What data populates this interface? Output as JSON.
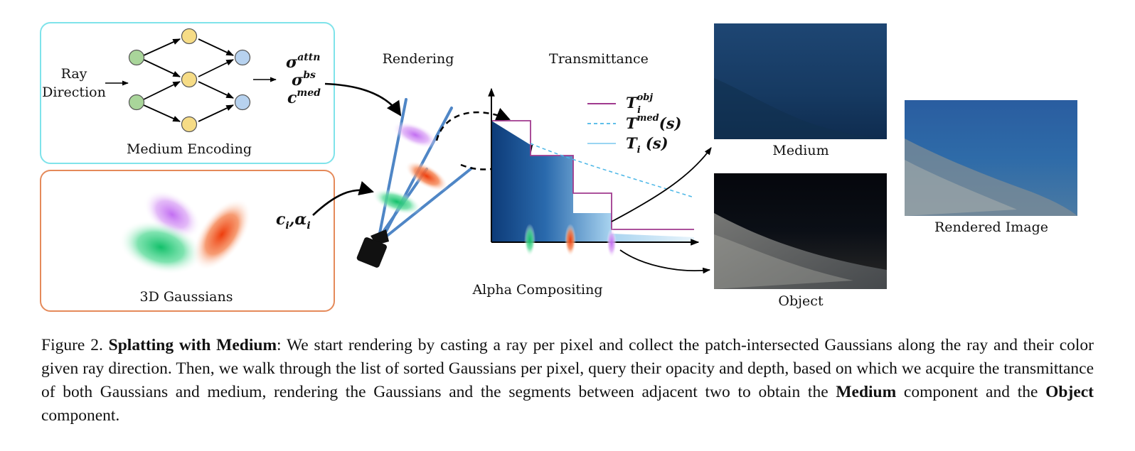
{
  "encoder": {
    "input_label_line1": "Ray",
    "input_label_line2": "Direction",
    "output_sigma_attn": "σ",
    "output_sigma_attn_sup": "attn",
    "output_sigma_bs": "σ",
    "output_sigma_bs_sup": "bs",
    "output_c_med": "c",
    "output_c_med_sup": "med",
    "box_label": "Medium Encoding",
    "box_color": "#7fe3ea",
    "node_colors": {
      "input": "#a9d59a",
      "hidden": "#f6dc86",
      "output": "#b7d2ef"
    }
  },
  "gaussians": {
    "box_label": "3D Gaussians",
    "box_color": "#e58a5a",
    "params_c": "c",
    "params_c_sub": "i",
    "params_alpha": "α",
    "params_alpha_sub": "i",
    "colors": {
      "green": "#21c97a",
      "purple": "#c77cf0",
      "orange": "#f0521c"
    }
  },
  "rendering": {
    "label": "Rendering"
  },
  "transmittance": {
    "label": "Transmittance",
    "legend": [
      {
        "symbol": "T",
        "sup": "obj",
        "sub": "i",
        "suffix": "",
        "style": "solid",
        "color": "#a03a8e"
      },
      {
        "symbol": "T",
        "sup": "med",
        "sub": "",
        "suffix": "(s)",
        "style": "dashed",
        "color": "#4ab6e6"
      },
      {
        "symbol": "T",
        "sup": "",
        "sub": "i",
        "suffix": " (s)",
        "style": "solid",
        "color": "#8ccff0"
      }
    ],
    "bottom_label": "Alpha Compositing"
  },
  "outputs": {
    "medium_label": "Medium",
    "object_label": "Object",
    "rendered_label": "Rendered Image"
  },
  "caption": {
    "figure_number": "Figure 2.",
    "title": "Splatting with Medium",
    "text_part1": ": We start rendering by casting a ray per pixel and collect the patch-intersected Gaussians along the ray and their color given ray direction. Then, we walk through the list of sorted Gaussians per pixel, query their opacity and depth, based on which we acquire the transmittance of both Gaussians and medium, rendering the Gaussians and the segments between adjacent two to obtain the ",
    "bold_medium": "Medium",
    "text_part2": " component and the ",
    "bold_object": "Object",
    "text_part3": " component."
  }
}
